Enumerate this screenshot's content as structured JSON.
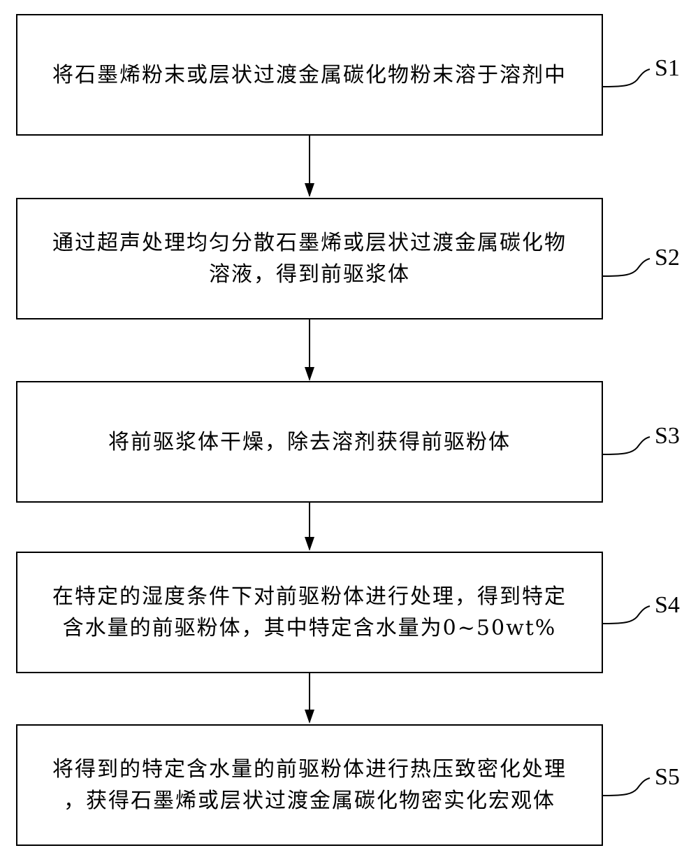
{
  "diagram": {
    "steps": [
      {
        "label": "S1",
        "text": "将石墨烯粉末或层状过渡金属碳化物粉末溶于溶剂中"
      },
      {
        "label": "S2",
        "text": "通过超声处理均匀分散石墨烯或层状过渡金属碳化物\n溶液，得到前驱浆体"
      },
      {
        "label": "S3",
        "text": "将前驱浆体干燥，除去溶剂获得前驱粉体"
      },
      {
        "label": "S4",
        "text": "在特定的湿度条件下对前驱粉体进行处理，得到特定\n含水量的前驱粉体，其中特定含水量为0~50wt%"
      },
      {
        "label": "S5",
        "text": "将得到的特定含水量的前驱粉体进行热压致密化处理\n，获得石墨烯或层状过渡金属碳化物密实化宏观体"
      }
    ]
  }
}
